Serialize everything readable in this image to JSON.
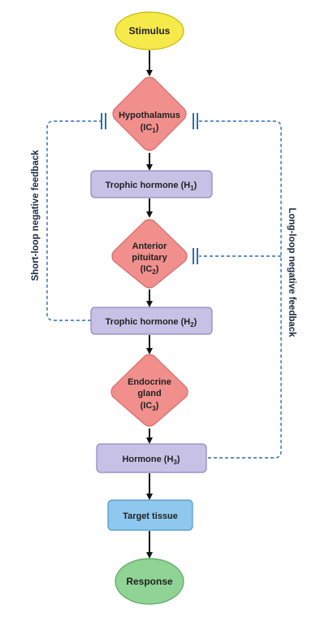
{
  "nodes": {
    "stimulus": "Stimulus",
    "hypothalamus": {
      "name": "Hypothalamus",
      "code": "IC",
      "sub": "1"
    },
    "trophic1": {
      "name": "Trophic hormone",
      "code": "H",
      "sub": "1"
    },
    "pituitary": {
      "line1": "Anterior",
      "line2": "pituitary",
      "code": "IC",
      "sub": "2"
    },
    "trophic2": {
      "name": "Trophic hormone",
      "code": "H",
      "sub": "2"
    },
    "endocrine": {
      "line1": "Endocrine",
      "line2": "gland",
      "code": "IC",
      "sub": "3"
    },
    "hormone": {
      "name": "Hormone",
      "code": "H",
      "sub": "3"
    },
    "target": "Target tissue",
    "response": "Response"
  },
  "feedback": {
    "short": "Short-loop negative feedback",
    "long": "Long-loop negative feedback"
  },
  "colors": {
    "stimulus_fill": "#f6e94a",
    "diamond_fill": "#f08f8c",
    "diamond_stroke": "#d96a6a",
    "box_fill": "#c8c1e6",
    "box_stroke": "#8f86c2",
    "target_fill": "#8fc8ee",
    "target_stroke": "#4f97cc",
    "response_fill": "#8fd494",
    "response_stroke": "#55a85c",
    "feedback_line": "#2b6cb0",
    "arrow": "#111111"
  }
}
